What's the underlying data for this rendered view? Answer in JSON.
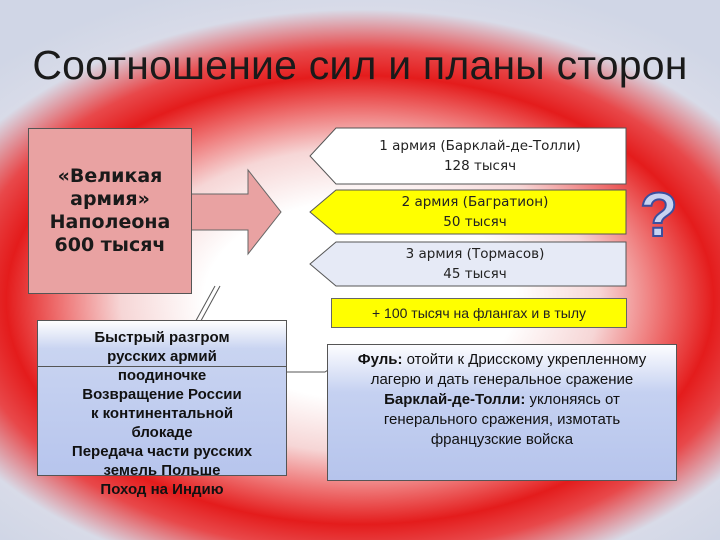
{
  "title": "Соотношение сил и планы сторон",
  "grand_army": {
    "text": "«Великая\nармия»\nНаполеона\n600 тысяч"
  },
  "russian_armies": [
    {
      "line1": "1 армия (Барклай-де-Толли)",
      "line2": "128 тысяч",
      "fill": "#ffffff"
    },
    {
      "line1": "2 армия (Багратион)",
      "line2": "50 тысяч",
      "fill": "#ffff00"
    },
    {
      "line1": "3 армия (Тормасов)",
      "line2": "45 тысяч",
      "fill": "#e6eaf6"
    }
  ],
  "question_mark": "?",
  "flanks": "+ 100 тысяч на флангах и в тылу",
  "napoleon_goals": [
    "Быстрый разгром",
    "русских армий",
    "поодиночке",
    "Возвращение России",
    "к континентальной",
    "блокаде",
    "Передача части русских",
    "земель Польше",
    "Поход на Индию"
  ],
  "russian_plans": {
    "fuhl_name": "Фуль:",
    "fuhl_text": " отойти к Дрисскому укрепленному лагерю и дать генеральное сражение",
    "barclay_name": "Барклай-де-Толли:",
    "barclay_text": " уклоняясь от генерального сражения, измотать французские войска"
  },
  "colors": {
    "grand_army_fill": "#e9a2a2",
    "arrow_fill": "#e9a2a2",
    "highlight_yellow": "#ffff00",
    "plans_fill": "#b6c4ec"
  }
}
